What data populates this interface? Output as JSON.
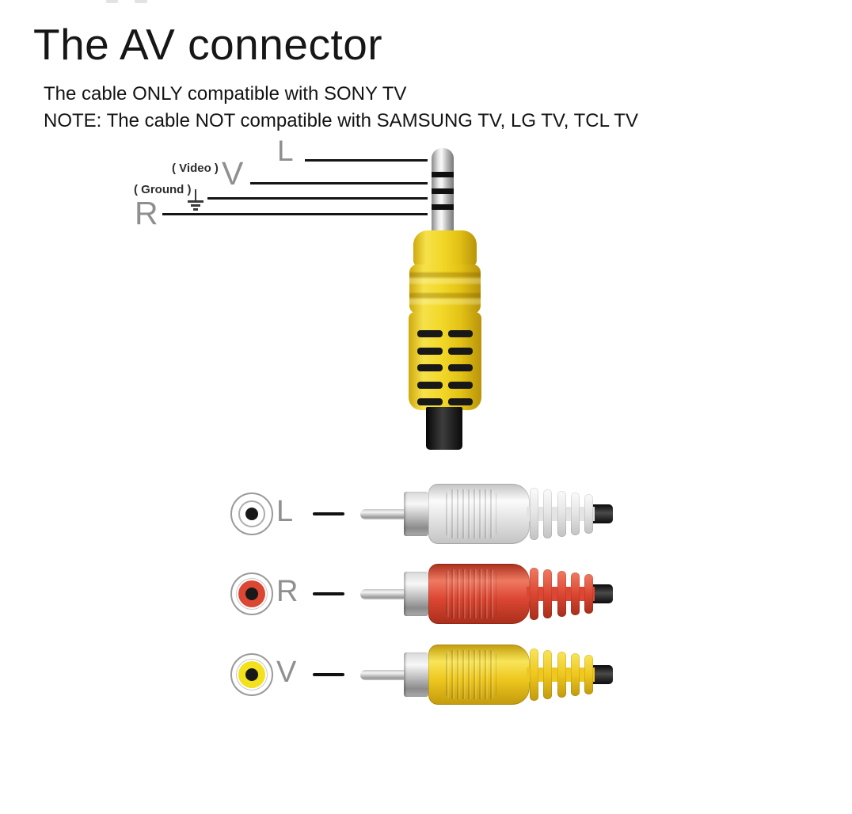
{
  "header": {
    "title": "The AV connector",
    "line1": "The cable ONLY compatible with SONY TV",
    "line2": "NOTE: The cable NOT compatible with SAMSUNG TV, LG TV, TCL TV"
  },
  "jack_diagram": {
    "pin_labels": {
      "l": "L",
      "v": "V",
      "r": "R"
    },
    "annotations": {
      "video": "( Video )",
      "ground": "( Ground )"
    },
    "icons": {
      "ground_symbol": "earth-ground-icon"
    }
  },
  "rca_rows": [
    {
      "label": "L",
      "color_name": "white",
      "color": "#e4e4e4"
    },
    {
      "label": "R",
      "color_name": "red",
      "color": "#dc4733"
    },
    {
      "label": "V",
      "color_name": "yellow",
      "color": "#eec71f"
    }
  ],
  "colors": {
    "line": "#141414",
    "label_gray": "#8f8f8f",
    "annotation": "#2e2e2e",
    "jack_yellow": "#eed020",
    "rca_red": "#dc4733",
    "rca_yellow": "#eec71f",
    "cable_black": "#1b1b1b"
  }
}
